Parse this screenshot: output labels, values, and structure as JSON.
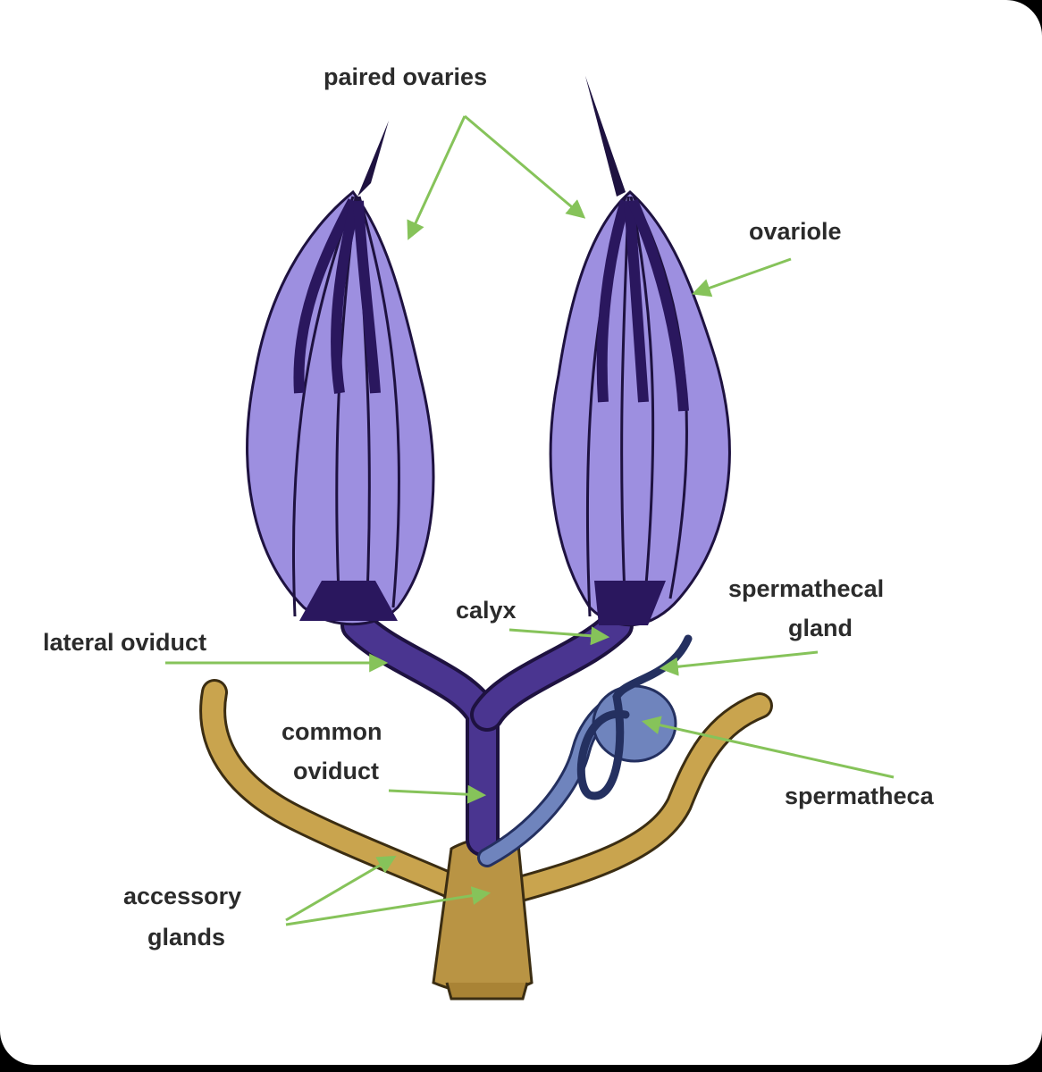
{
  "labels": {
    "paired_ovaries": "paired ovaries",
    "ovariole": "ovariole",
    "calyx": "calyx",
    "spermathecal_line1": "spermathecal",
    "spermathecal_line2": "gland",
    "lateral_oviduct": "lateral oviduct",
    "common_line1": "common",
    "common_line2": "oviduct",
    "spermatheca": "spermatheca",
    "accessory_line1": "accessory",
    "accessory_line2": "glands"
  },
  "colors": {
    "ovary_fill": "#9d8fe0",
    "ovariole_dark": "#2a175e",
    "oviduct": "#4a3590",
    "accessory_gland": "#c9a44e",
    "spermatheca": "#6f84bd",
    "arrow": "#86c35a"
  }
}
